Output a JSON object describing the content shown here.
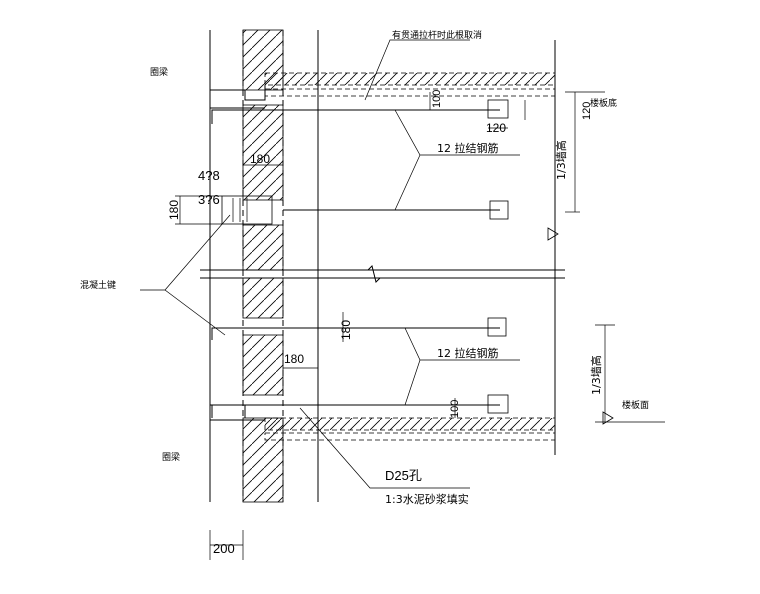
{
  "labels": {
    "ring_beam_top": "圈梁",
    "cancel_note": "有贯通拉杆时此根取消",
    "tie_bar_top": "12 拉结钢筋",
    "tie_bar_bottom": "12 拉结钢筋",
    "concrete_key": "混凝土键",
    "ring_beam_bottom": "圈梁",
    "floor_bottom": "楼板底",
    "floor_top": "楼板面",
    "hole": "D25孔",
    "mortar": "1:3水泥砂浆填实",
    "rebar_main": "4?8",
    "rebar_stirrup": "3?6",
    "ratio_top": "1/3墙高",
    "ratio_bottom": "1/3墙高"
  },
  "dims": {
    "d180_top": "180",
    "d180_left": "180",
    "d180_mid": "180",
    "d180_low": "180",
    "d100_top": "100",
    "d120_a": "120",
    "d120_b": "120",
    "d100_low": "100",
    "d200": "200"
  }
}
